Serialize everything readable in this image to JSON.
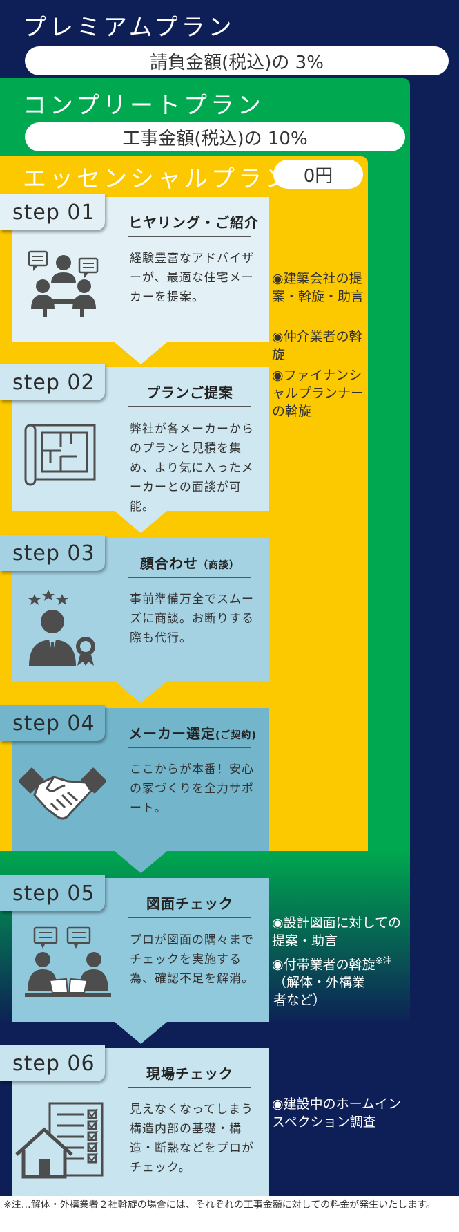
{
  "plans": {
    "premium": {
      "title": "プレミアムプラン",
      "price": "請負金額(税込)の 3%"
    },
    "complete": {
      "title": "コンプリートプラン",
      "price": "工事金額(税込)の 10%"
    },
    "essential": {
      "title": "エッセンシャルプラン",
      "price": "0円"
    }
  },
  "steps": [
    {
      "label": "step 01",
      "title": "ヒヤリング・ご紹介",
      "desc": "経験豊富なアドバイザーが、最適な住宅メーカーを提案。"
    },
    {
      "label": "step 02",
      "title": "プランご提案",
      "desc": "弊社が各メーカーからのプランと見積を集め、より気に入ったメーカーとの面談が可能。"
    },
    {
      "label": "step 03",
      "title": "顔合わせ",
      "title_small": "（商談）",
      "desc": "事前準備万全でスムーズに商談。お断りする際も代行。"
    },
    {
      "label": "step 04",
      "title": "メーカー選定",
      "title_small": "(ご契約)",
      "desc": "ここからが本番！安心の家づくりを全力サポート。"
    },
    {
      "label": "step 05",
      "title": "図面チェック",
      "desc": "プロが図面の隅々までチェックを実施する為、確認不足を解消。"
    },
    {
      "label": "step 06",
      "title": "現場チェック",
      "desc": "見えなくなってしまう構造内部の基礎・構造・断熱などをプロがチェック。"
    }
  ],
  "side": {
    "essential": [
      {
        "bullet": "◉",
        "text": "建築会社の提案・斡旋・助言"
      },
      {
        "bullet": "◉",
        "text": "仲介業者の斡旋"
      },
      {
        "bullet": "◉",
        "text": "ファイナンシャルプランナーの斡旋"
      }
    ],
    "complete": [
      {
        "bullet": "◉",
        "text": "設計図面に対しての提案・助言"
      },
      {
        "bullet": "◉",
        "text": "付帯業者の斡旋",
        "note": "※注",
        "sub": "（解体・外構業者など）"
      }
    ],
    "premium": [
      {
        "bullet": "◉",
        "text": "建設中のホームインスペクション調査"
      }
    ]
  },
  "footnote": "※注…解体・外構業者２社斡旋の場合には、それぞれの工事金額に対しての料金が発生いたします。",
  "colors": {
    "navy": "#0d1f56",
    "green": "#00a84f",
    "yellow": "#fcc800",
    "step_bg": [
      "#e3f1f7",
      "#cfe7f0",
      "#a5d2e3",
      "#73b6cc",
      "#91c9dc",
      "#c8e4ee"
    ]
  }
}
